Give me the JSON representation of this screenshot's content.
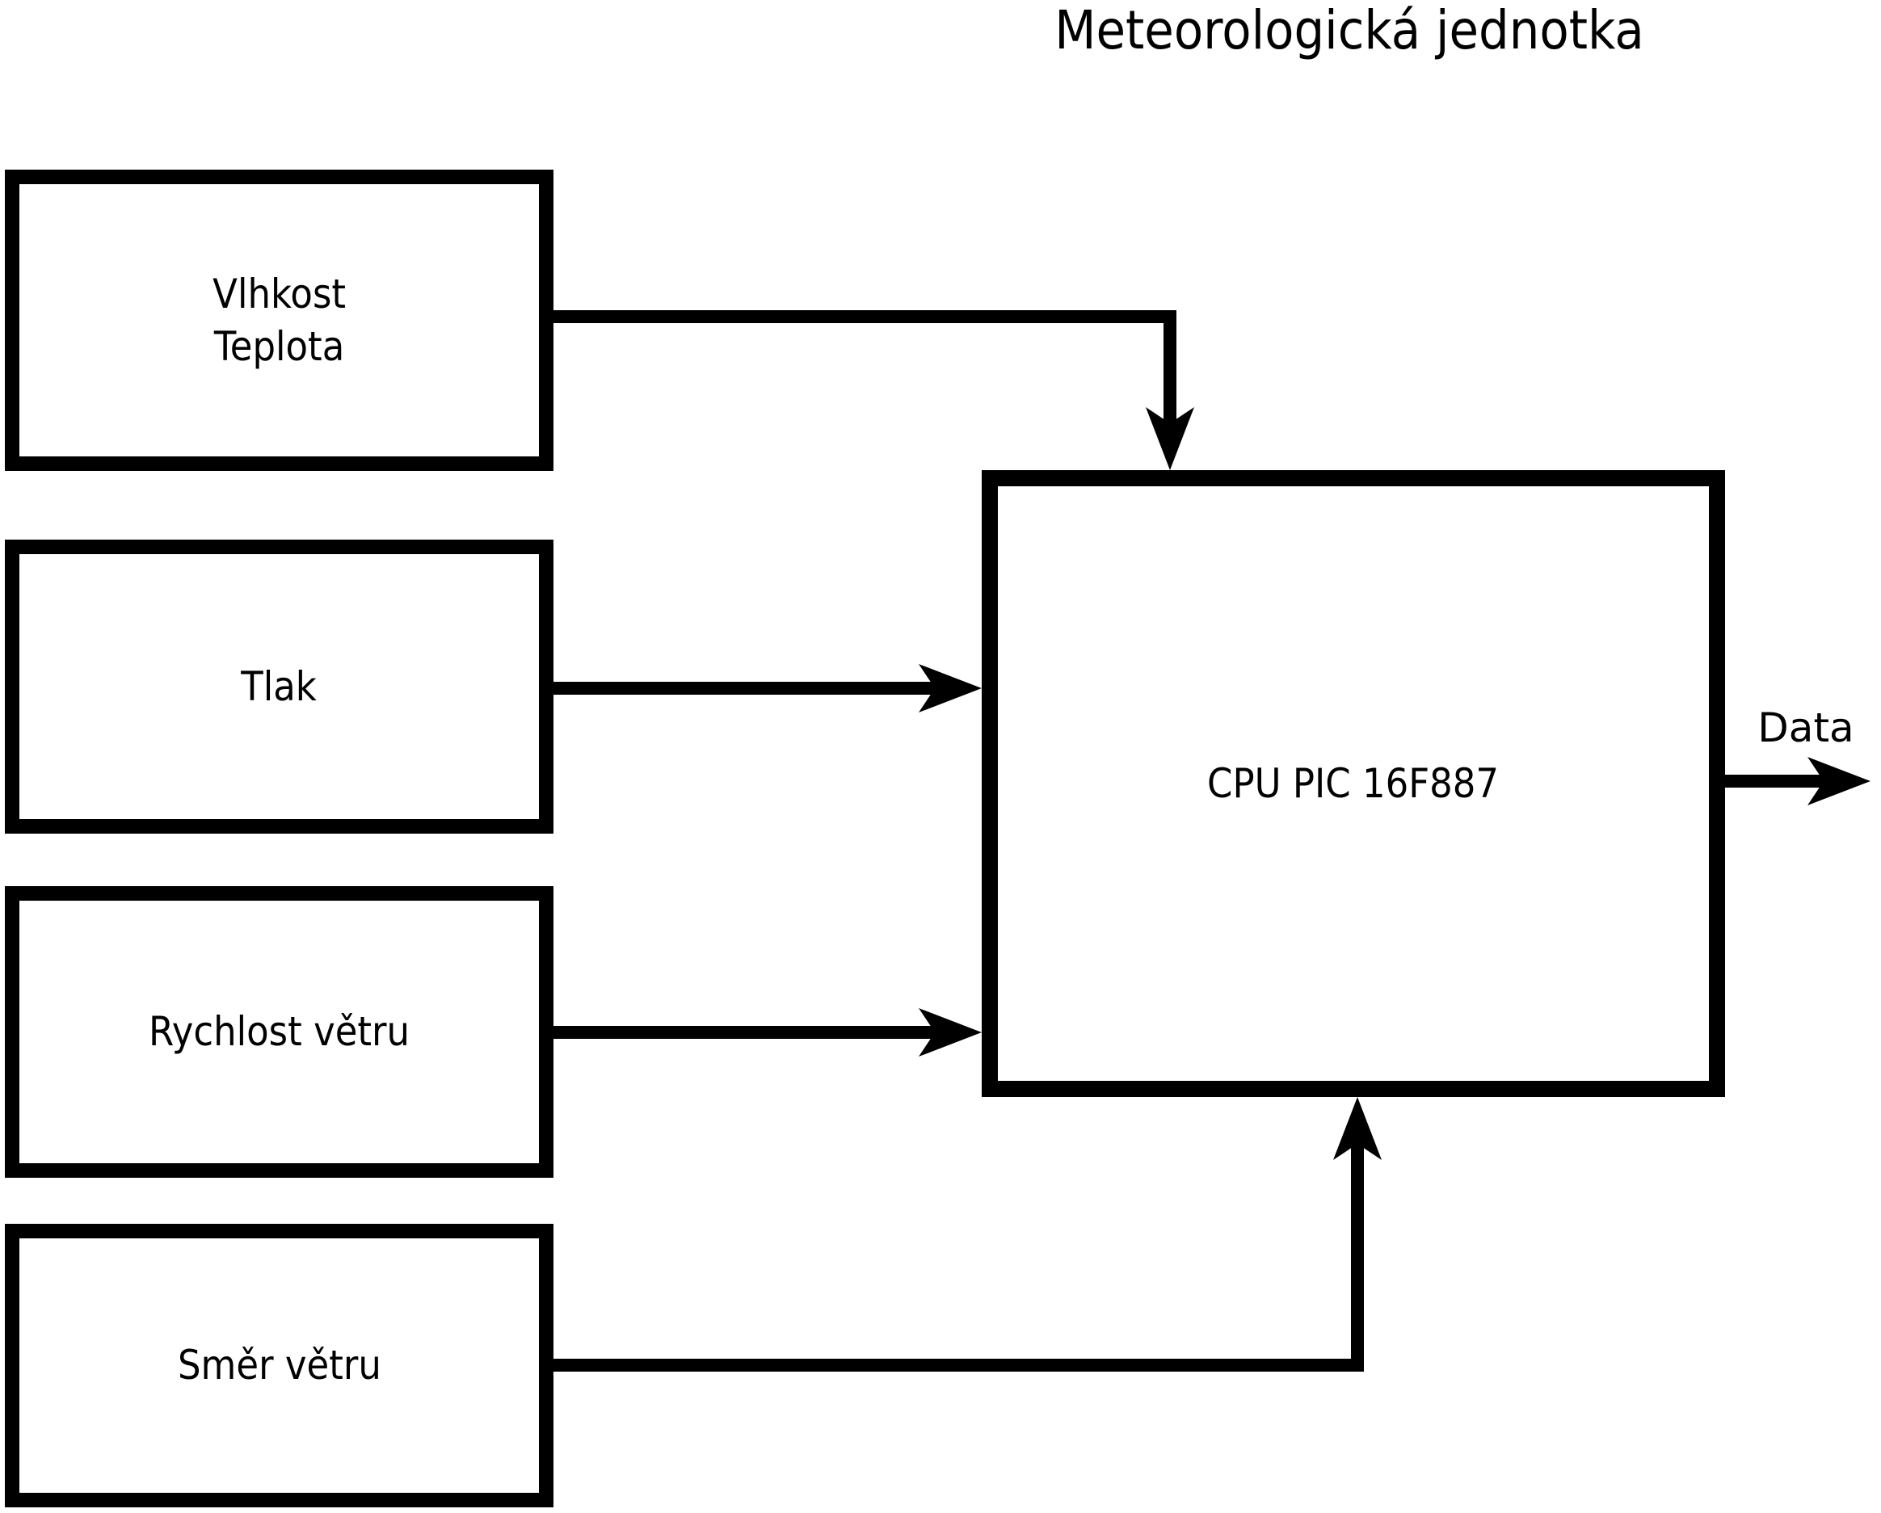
{
  "title": "Meteorologická jednotka",
  "diagram": {
    "sensors": [
      {
        "lines": [
          "Vlhkost",
          "Teplota"
        ]
      },
      {
        "lines": [
          "Tlak"
        ]
      },
      {
        "lines": [
          "Rychlost větru"
        ]
      },
      {
        "lines": [
          "Směr větru"
        ]
      }
    ],
    "cpu": {
      "label": "CPU PIC 16F887"
    },
    "output": {
      "label": "Data"
    },
    "colors": {
      "line": "#000000",
      "background": "#ffffff",
      "text": "#000000"
    }
  }
}
